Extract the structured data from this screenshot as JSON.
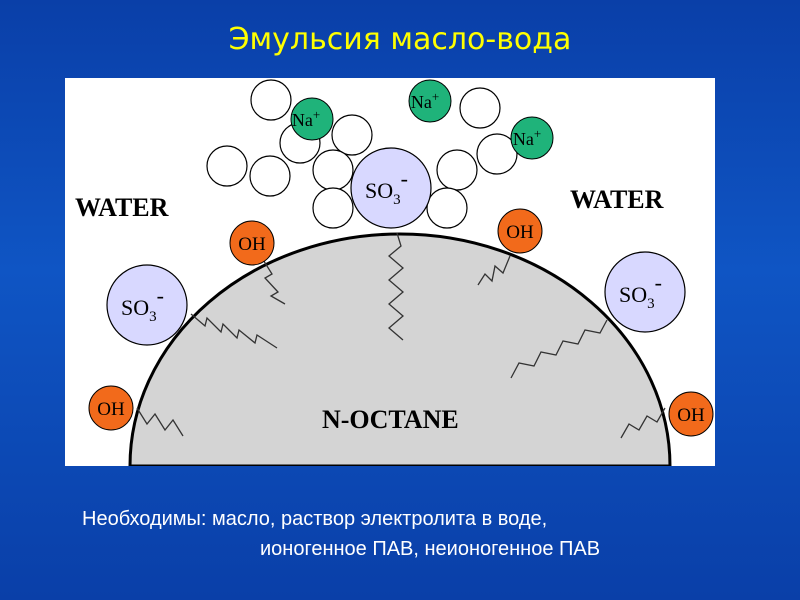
{
  "title": "Эмульсия масло-вода",
  "diagram": {
    "water_left": "WATER",
    "water_right": "WATER",
    "oil_label": "N-OCTANE",
    "sodium_label": "Na",
    "sodium_charge": "+",
    "sulfonate_label": "SO",
    "sulfonate_subscript": "3",
    "sulfonate_charge": "-",
    "hydroxyl_label": "OH",
    "colors": {
      "oil_fill": "#d4d4d4",
      "sodium_fill": "#1fb37a",
      "sulfonate_fill": "#d8d8ff",
      "hydroxyl_fill": "#f26a1b",
      "water_molecule_fill": "#ffffff"
    }
  },
  "caption": {
    "line1": "Необходимы: масло, раствор электролита в воде,",
    "line2": "ионогенное ПАВ, неионогенное ПАВ"
  }
}
